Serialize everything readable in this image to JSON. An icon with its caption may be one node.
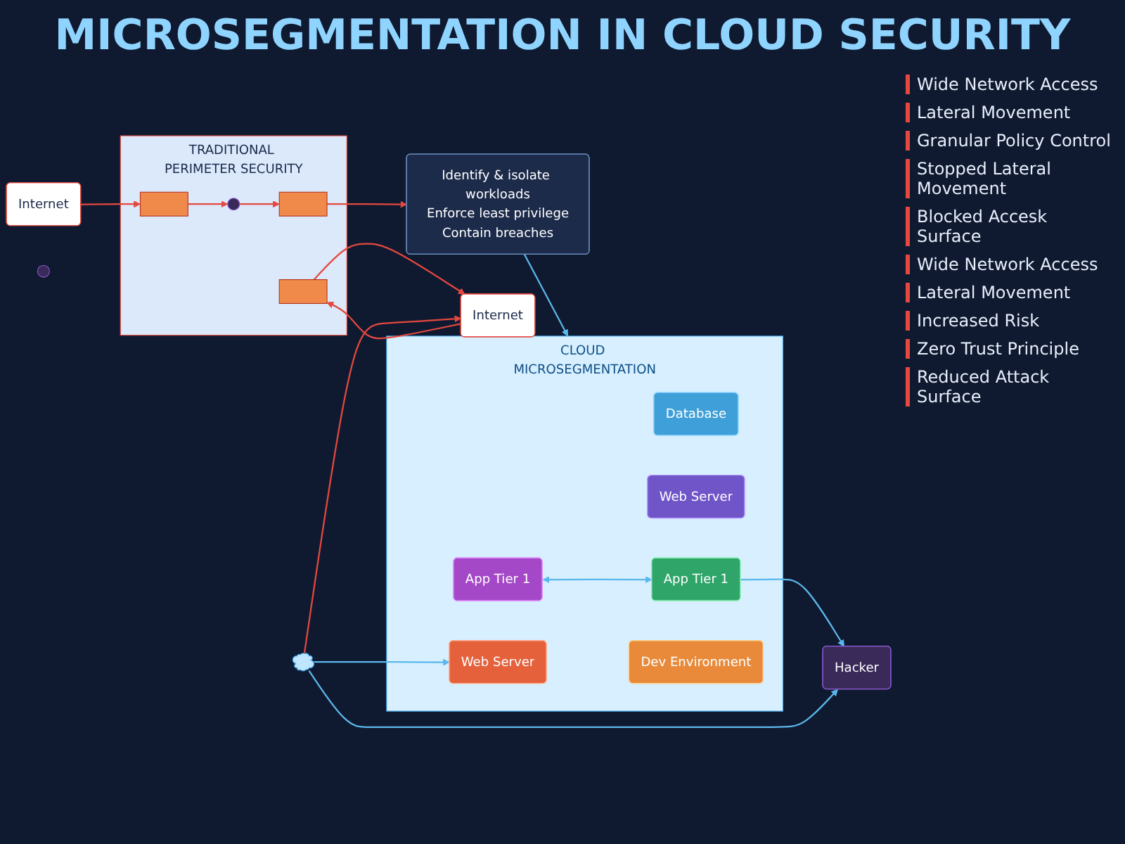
{
  "diagram": {
    "title": "MICROSEGMENTATION IN CLOUD SECURITY",
    "nodes": [
      {
        "text": [
          "TRADITIONAL PERIMETER SECURITY"
        ]
      },
      {
        "text": [],
        "shape": "box",
        "in": 0
      },
      {
        "text": [],
        "shape": "person",
        "in": 0
      },
      {
        "text": [],
        "shape": "box",
        "in": 0
      },
      {
        "text": [],
        "shape": "box",
        "in": 0
      },
      {
        "text": [
          "Internet"
        ]
      },
      {
        "text": [
          "Internet"
        ]
      },
      {
        "text": [
          "Identify & isolate workloads",
          "Enforce least privilege",
          "Contain breaches"
        ]
      },
      {
        "text": [
          "CLOUD MICROSEGMENTATION"
        ]
      },
      {
        "text": [
          "Database"
        ],
        "in": 8
      },
      {
        "text": [
          "App Tier 1"
        ],
        "in": 8
      },
      {
        "text": [
          "Web Server"
        ],
        "in": 8
      },
      {
        "text": [
          "Web Server"
        ],
        "in": 8
      },
      {
        "text": [
          "App Tier 1"
        ],
        "in": 8
      },
      {
        "text": [
          "Dev Environment"
        ],
        "in": 8
      },
      {
        "text": [
          "Hacker"
        ]
      },
      {
        "text": [],
        "shape": "person"
      },
      {
        "text": [],
        "shape": "cloud"
      }
    ],
    "edges": [
      {
        "from": 5,
        "to": 1,
        "arrow": "to"
      },
      {
        "from": 1,
        "to": 2,
        "arrow": "to"
      },
      {
        "from": 2,
        "to": 3,
        "arrow": "to"
      },
      {
        "from": 3,
        "to": 7,
        "arrow": "to"
      },
      {
        "from": 6,
        "to": 4,
        "arrow": "to"
      },
      {
        "from": 4,
        "to": 6,
        "arrow": "to"
      },
      {
        "from": 17,
        "to": 6,
        "arrow": "to"
      },
      {
        "from": 7,
        "to": 8,
        "arrow": "to",
        "color": "#5bb8ec"
      },
      {
        "from": 10,
        "to": 13,
        "arrow": "both",
        "color": "#5bb8ec"
      },
      {
        "from": 13,
        "to": 15,
        "arrow": "to",
        "color": "#5bb8ec"
      },
      {
        "from": 17,
        "to": 15,
        "arrow": "to",
        "color": "#5bb8ec"
      },
      {
        "from": 17,
        "to": 12,
        "arrow": "to",
        "color": "#5bb8ec"
      }
    ],
    "labels": [
      "Wide Network Access",
      "Lateral Movement",
      "Granular Policy Control",
      "Stopped Lateral Movement",
      "Blocked Accesk Surface",
      "Wide Network Access",
      "Lateral Movement",
      "Increased Risk",
      "Zero Trust Principle",
      "Reduced Attack Surface"
    ]
  }
}
